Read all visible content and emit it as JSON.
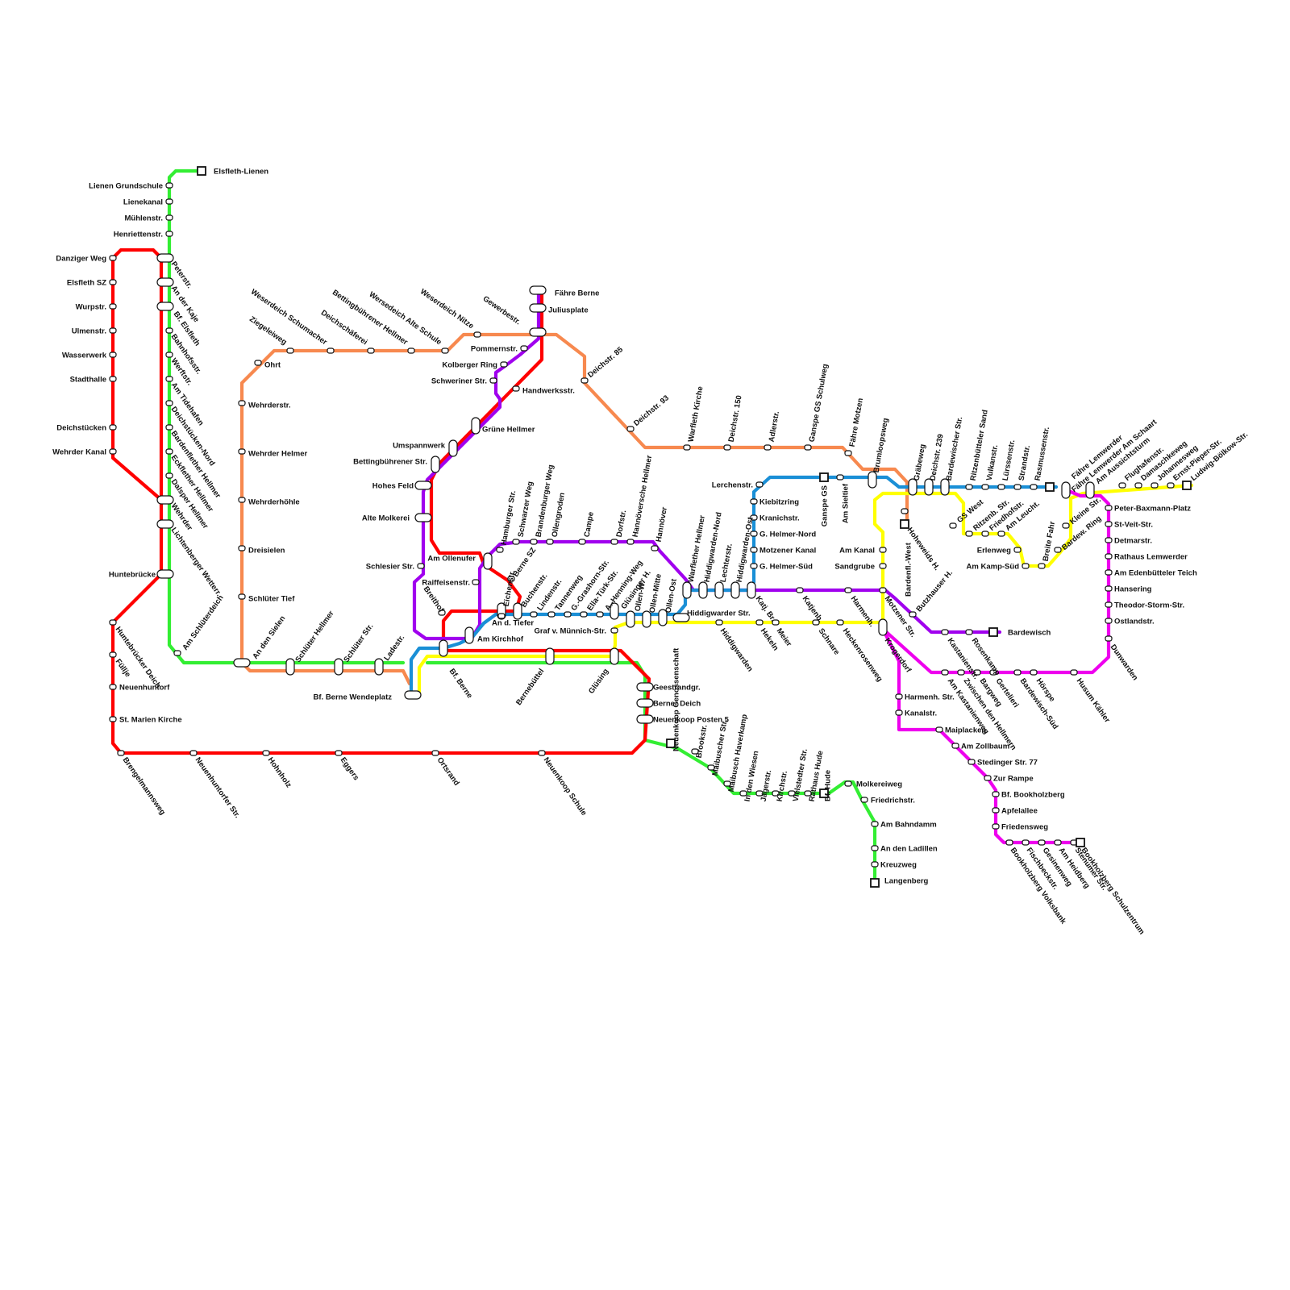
{
  "line_colors": {
    "red": "#ff0000",
    "green": "#33ee33",
    "orange": "#f7894f",
    "purple": "#a000ee",
    "blue": "#1a8fd6",
    "yellow": "#ffff00",
    "magenta": "#ee00ee"
  },
  "stations": [
    "Elsfleth-Lienen",
    "Lienen Grundschule",
    "Lienekanal",
    "Mühlenstr.",
    "Henriettenstr.",
    "Danziger Weg",
    "Elsfleth SZ",
    "Wurpstr.",
    "Ulmenstr.",
    "Wasserwerk",
    "Stadthalle",
    "Deichstücken",
    "Wehrder Kanal",
    "Huntebrücke",
    "Peterstr.",
    "An der Kaje",
    "Bf. Elsfleth",
    "Bahnhofsstr.",
    "Werftstr.",
    "Am Tidehafen",
    "Deichstücken-Nord",
    "Bardenflether Hellmer",
    "Eckflether Hellmer",
    "Dalsper Hellmer",
    "Wehrder",
    "Lichtenberger Wetterr.",
    "Am Schlüterdeich",
    "Huntebrücker Deich",
    "Füllje",
    "Neuenhuntorf",
    "St. Marien Kirche",
    "Brengelmannsweg",
    "Neuenhuntorfer Str.",
    "Hohnholz",
    "Eggers",
    "Ortsrand",
    "Neuenkoop Schule",
    "Weserdeich Schumacher",
    "Ziegeleiweg",
    "Ohrt",
    "Deichschäferei",
    "Bettingbührener Hellmer",
    "Wersedeich Alte Schule",
    "Weserdeich Nitze",
    "Wehrderstr.",
    "Wehrder Helmer",
    "Wehrderhöhle",
    "Dreisielen",
    "Schlüter Tief",
    "An den Sielen",
    "Schlüter Hellmer",
    "Schlüter Str.",
    "Ladestr.",
    "Bf. Berne Wendeplatz",
    "Fähre Berne",
    "Juliusplate",
    "Gewerbestr.",
    "Pommernstr.",
    "Kolberger Ring",
    "Schweriner Str.",
    "Handwerksstr.",
    "Grüne Hellmer",
    "Umspannwerk",
    "Bettingbührener Str.",
    "Hohes Feld",
    "Alte Molkerei",
    "Schlesier Str.",
    "Breithof",
    "Am Ollenufer",
    "Raiffeisenstr.",
    "Am Kirchhof",
    "Bf. Berne",
    "Hamburger Str.",
    "Schwarzer Weg",
    "Brandenburger Weg",
    "Ollengroden",
    "Campe",
    "Dorfstr.",
    "Hannöversche Hellmer",
    "Hannöver",
    "Berne SZ",
    "Eichenstr.",
    "An d. Tiefer",
    "Buchenstr.",
    "Lindenstr.",
    "Tannenweg",
    "G.-Grashorn-Str.",
    "Ella-Türk-Str.",
    "A.-Henning-Weg",
    "Glüsinger H.",
    "Graf v. Münnich-Str.",
    "Bernebüttel",
    "Glüsing",
    "Ollen-W.",
    "Ollen-Mitte",
    "Ollen-Ost",
    "Hiddigwarder Str.",
    "Geestrandgr.",
    "Berner Deich",
    "Neuenkoop Posten 5",
    "Neuenkoop Genossenschaft",
    "Brookstr.",
    "Maibuscher Str.",
    "Maibusch Haverkamp",
    "In den Wiesen",
    "Jägerstr.",
    "Kirchstr.",
    "Vielstedter Str.",
    "Rathaus Hude",
    "Bf. Hude",
    "Molkereiweg",
    "Friedrichstr.",
    "Am Bahndamm",
    "An den Ladillen",
    "Kreuzweg",
    "Langenberg",
    "Deichstr. 85",
    "Deichstr. 93",
    "Warfleth Kirche",
    "Deichstr. 150",
    "Adlerstr.",
    "Ganspe GS Schulweg",
    "Fähre Motzen",
    "Brumloopsweg",
    "Warflether Hellmer",
    "Hiddigwarden-Nord",
    "Lechterstr.",
    "Hiddigwarden-Ost",
    "Hekeln",
    "Meier",
    "Hiddigwarden",
    "Lerchenstr.",
    "Kiebitzring",
    "Kranichstr.",
    "G. Helmer-Nord",
    "Motzener Kanal",
    "G. Helmer-Süd",
    "Katj. Br.",
    "Katjenb.",
    "Schnare",
    "Heckenrosenweg",
    "Harmenh.",
    "Motzener Str.",
    "Krogerdorf",
    "Ganspe GS",
    "Am Sieltief",
    "Am Kanal",
    "Sandgrube",
    "Bardenfl.-West",
    "Butzhauser H.",
    "Hoheweids H.",
    "Gräbeweg",
    "Deichstr. 239",
    "Bardewischer Str.",
    "Ritzenbütteler Sand",
    "Vulkanstr.",
    "Lürssenstr.",
    "Strandstr.",
    "Rasmussenstr.",
    "Fähre Lemwerder",
    "Fähre Lemwerder Am Schaart",
    "Am Aussichtsturm",
    "Flughafenstr.",
    "Damaschkeweg",
    "Johannesweg",
    "Ernst-Pieper-Str.",
    "Ludwig-Bölkow-Str.",
    "GS West",
    "Ritzenb. Str.",
    "Friedhofstr.",
    "Am Leucht.",
    "Erlenweg",
    "Am Kamp-Süd",
    "Breite Fahr",
    "Bardew. Ring",
    "Kleine Str.",
    "Peter-Baxmann-Platz",
    "St-Veit-Str.",
    "Detmarstr.",
    "Rathaus Lemwerder",
    "Am Edenbütteler Teich",
    "Hansering",
    "Theodor-Storm-Str.",
    "Ostlandstr.",
    "Dunwarden",
    "Bardewisch",
    "Kastanienstr.",
    "Rosenkamp",
    "Am Kastanienweg",
    "Zwischen den Hellmern",
    "Bargweg",
    "Gertelieri",
    "Bardewisch-Süd",
    "Hörspe",
    "Husum Kähler",
    "Harmenh. Str.",
    "Kanalstr.",
    "Maiplacken",
    "Am Zollbaum",
    "Stedinger Str. 77",
    "Zur Rampe",
    "Bf. Bookholzberg",
    "Apfelallee",
    "Friedensweg",
    "Bookholzberg Volksbank",
    "Fischbeckstr.",
    "Gesinenweg",
    "Am Heidberg",
    "Stenumer Str.",
    "Bookholzberg Schulzentrum"
  ]
}
